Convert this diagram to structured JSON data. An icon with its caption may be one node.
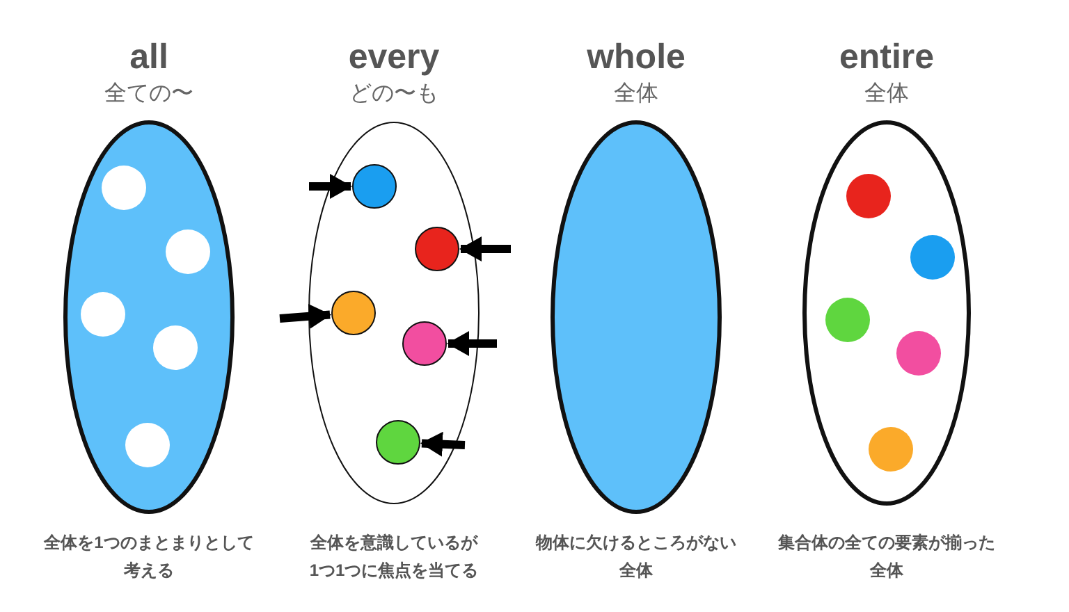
{
  "diagram": {
    "nodes": [
      {
        "text": [
          "all",
          "全ての〜"
        ],
        "beside": [
          "全体を1つのまとまりとして考える"
        ]
      },
      {
        "text": [],
        "shape": "circle",
        "in": 0
      },
      {
        "text": [],
        "shape": "circle",
        "in": 0
      },
      {
        "text": [],
        "shape": "circle",
        "in": 0
      },
      {
        "text": [],
        "shape": "circle",
        "in": 0
      },
      {
        "text": [],
        "shape": "circle",
        "in": 0
      },
      {
        "text": [
          "every",
          "どの〜も"
        ],
        "beside": [
          "全体を意識しているが1つ1つに焦点を当てる"
        ]
      },
      {
        "text": [],
        "shape": "circle",
        "in": 6
      },
      {
        "text": [],
        "shape": "circle",
        "in": 6
      },
      {
        "text": [],
        "shape": "circle",
        "in": 6
      },
      {
        "text": [],
        "shape": "circle",
        "in": 6
      },
      {
        "text": [],
        "shape": "circle",
        "in": 6
      },
      {
        "text": [
          "whole",
          "全体"
        ],
        "beside": [
          "物体に欠けるところがない全体"
        ]
      },
      {
        "text": [
          "entire",
          "全体"
        ],
        "beside": [
          "集合体の全ての要素が揃った全体"
        ]
      },
      {
        "text": [],
        "shape": "circle",
        "in": 13
      },
      {
        "text": [],
        "shape": "circle",
        "in": 13
      },
      {
        "text": [],
        "shape": "circle",
        "in": 13
      },
      {
        "text": [],
        "shape": "circle",
        "in": 13
      },
      {
        "text": [],
        "shape": "circle",
        "in": 13
      }
    ],
    "edges": [
      {
        "from": null,
        "to": 7,
        "arrow": "to"
      },
      {
        "from": null,
        "to": 8,
        "arrow": "to"
      },
      {
        "from": null,
        "to": 9,
        "arrow": "to"
      },
      {
        "from": null,
        "to": 10,
        "arrow": "to"
      },
      {
        "from": null,
        "to": 11,
        "arrow": "to"
      }
    ]
  }
}
